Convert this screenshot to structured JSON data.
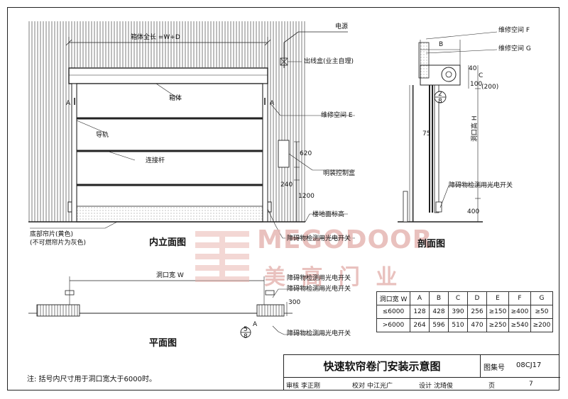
{
  "elevation": {
    "title": "内立面图",
    "overall_length": "箱体全长 =W+D",
    "power": "电源",
    "junction_box": "出线盒(业主自理)",
    "box_body": "箱体",
    "maint_space_e": "维修空间 E",
    "guide_rail": "导轨",
    "connecting_rod": "连接杆",
    "control_box": "明装控制盒",
    "floor_level": "楼地面标高",
    "photo_switch": "障碍物检测用光电开关",
    "bottom_curtain": "底部帘片(黄色)",
    "bottom_curtain_note": "(不可燃帘片为灰色)",
    "section_mark": "A",
    "dim_620": "620",
    "dim_240": "240",
    "dim_1200": "1200"
  },
  "section": {
    "title": "剖面图",
    "maint_space_f": "维修空间 F",
    "maint_space_g": "维修空间 G",
    "dim_b": "B",
    "dim_c": "C",
    "dim_40": "40",
    "dim_100": "100",
    "dim_200": "(200)",
    "dim_75": "75",
    "opening_height": "洞口高 H",
    "photo_switch": "障碍物检测用光电开关",
    "dim_400": "400",
    "detail_num": "2",
    "detail_page": "8"
  },
  "plan": {
    "title": "平面图",
    "opening_width": "洞口宽 W",
    "photo_switch_top": "障碍物检测用光电开关",
    "photo_switch_bottom": "障碍物检测用光电开关",
    "dim_300": "300",
    "detail_num": "5",
    "detail_page": "8",
    "dim_a": "A"
  },
  "table": {
    "headers": [
      "洞口宽 W",
      "A",
      "B",
      "C",
      "D",
      "E",
      "F",
      "G"
    ],
    "rows": [
      [
        "≤6000",
        "128",
        "428",
        "390",
        "256",
        "≥150",
        "≥400",
        "≥50"
      ],
      [
        ">6000",
        "264",
        "596",
        "510",
        "470",
        "≥250",
        "≥540",
        "≥200"
      ]
    ]
  },
  "title_block": {
    "drawing_title": "快速软帘卷门安装示意图",
    "atlas_label": "图集号",
    "atlas_no": "08CJ17",
    "review_label": "审核",
    "reviewer": "李正刚",
    "check_label": "校对",
    "checker": "中江光广",
    "design_label": "设计",
    "designer": "沈琦俊",
    "page_label": "页",
    "page_no": "7"
  },
  "note": "注: 括号内尺寸用于洞口宽大于6000时。",
  "watermark": {
    "brand": "MEGODOOR",
    "brand_cn": "美 高 门 业"
  }
}
